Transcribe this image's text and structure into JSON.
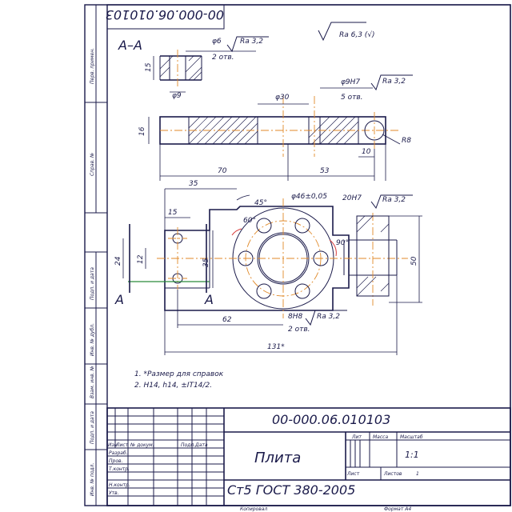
{
  "drawing": {
    "code_top": "00-000.06.010103",
    "code_main": "00-000.06.010103",
    "title": "Плита",
    "material": "Ст5 ГОСТ 380-2005",
    "scale_value": "1:1",
    "sheet_label": "Лист",
    "sheets_label": "Листов",
    "sheets_value": "1",
    "mass_label": "Масса",
    "scale_label": "Масштаб",
    "lit_label": "Лит",
    "copied": "Копировал",
    "format": "Формат  А4"
  },
  "section": {
    "label": "А–А",
    "cut_mark_left": "А",
    "cut_mark_right": "А"
  },
  "roughness": {
    "general": "Ra 6,3 (√)",
    "holes_top": "Ra 3,2",
    "holes_9h7": "Ra 3,2",
    "hole_20h7": "Ra 3,2",
    "hole_8h8": "Ra 3,2"
  },
  "dimensions": {
    "d6": "φ6",
    "d6_count": "2 отв.",
    "d9": "φ9",
    "h15": "15",
    "d30": "φ30",
    "d9h7": "φ9H7",
    "d9h7_count": "5 отв.",
    "h16": "16",
    "w10": "10",
    "r8": "R8",
    "w70": "70",
    "w53": "53",
    "w35": "35",
    "angle45": "45°",
    "d46": "φ46±0,05",
    "hole20": "20H7",
    "angle60": "60°",
    "w15": "15",
    "h24": "24",
    "h12": "12",
    "h35": "35",
    "angle90": "90°",
    "h50": "50",
    "w62": "62",
    "hole8": "8H8",
    "hole8_count": "2 отв.",
    "w131": "131*"
  },
  "notes": [
    "1. *Размер для справок",
    "2. Н14, h14, ±IT14/2."
  ],
  "title_block": {
    "col_izm": "Изм",
    "col_list": "Лист",
    "col_doc": "№ докум.",
    "col_sign": "Подп.",
    "col_date": "Дата",
    "row_develop": "Разраб.",
    "row_check": "Пров.",
    "row_tcontrol": "Т.контр.",
    "row_ncontrol": "Н.контр.",
    "row_approve": "Утв."
  },
  "side_stamps": [
    "Перв. примен.",
    "Справ. №",
    "Подп. и дата",
    "Инв. № дубл.",
    "Взам. инв. №",
    "Подп. и дата",
    "Инв. № подл."
  ]
}
